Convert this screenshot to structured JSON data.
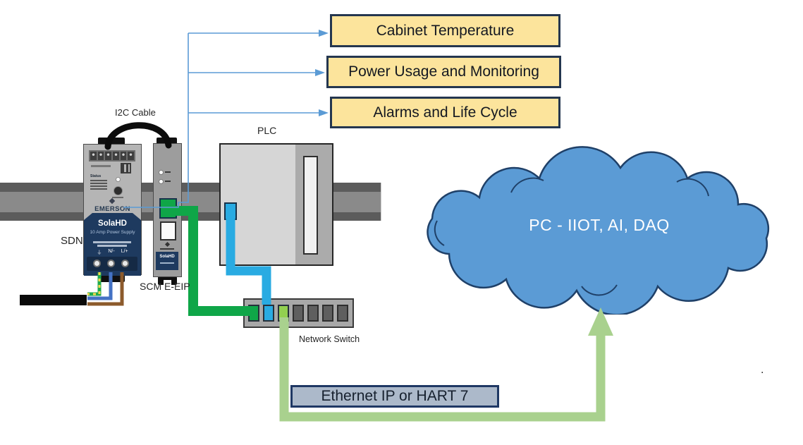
{
  "annotation_boxes": {
    "items": [
      {
        "label": "Cabinet Temperature"
      },
      {
        "label": "Power Usage and Monitoring"
      },
      {
        "label": "Alarms and Life Cycle"
      }
    ]
  },
  "cloud": {
    "label": "PC - IIOT, AI, DAQ"
  },
  "bus_label": {
    "text": "Ethernet IP or HART 7"
  },
  "labels": {
    "i2c_cable": "I2C Cable",
    "plc": "PLC",
    "sdn": "SDN",
    "scm": "SCM E-EIP",
    "network_switch": "Network Switch"
  },
  "power_supply": {
    "brand": "EMERSON",
    "series": "SolaHD",
    "subtitle": "10 Amp Power Supply",
    "status_label": "Status",
    "terminal_labels": [
      "⏚",
      "N/-",
      "L/+"
    ]
  },
  "scm_module": {
    "series": "SolaHD"
  },
  "network_switch": {
    "port_colors": [
      "#0FA648",
      "#29ABE2",
      "#92D050",
      "#5F5F5F",
      "#5F5F5F",
      "#5F5F5F",
      "#5F5F5F"
    ]
  },
  "stray_mark": ".",
  "colors": {
    "annotation_box_fill": "#FCE49C",
    "annotation_box_border": "#24364F",
    "connector_blue": "#5B9BD5",
    "cloud_fill": "#5B9BD5",
    "cloud_border": "#1F4068",
    "cable_green": "#0FA648",
    "cable_cyan": "#29ABE2",
    "cable_lightgreen": "#A9D18E",
    "bus_label_fill": "#ACB9CA",
    "psu_navy": "#1E3A5F",
    "rail_gray": "#8A8A8A",
    "wire_ground_green": "#1FAA4E",
    "wire_ground_yellow": "#FFD84D",
    "wire_neutral_blue": "#4472C4",
    "wire_line_brown": "#8C5A2B",
    "i2c_cable_black": "#0C0C0C"
  }
}
